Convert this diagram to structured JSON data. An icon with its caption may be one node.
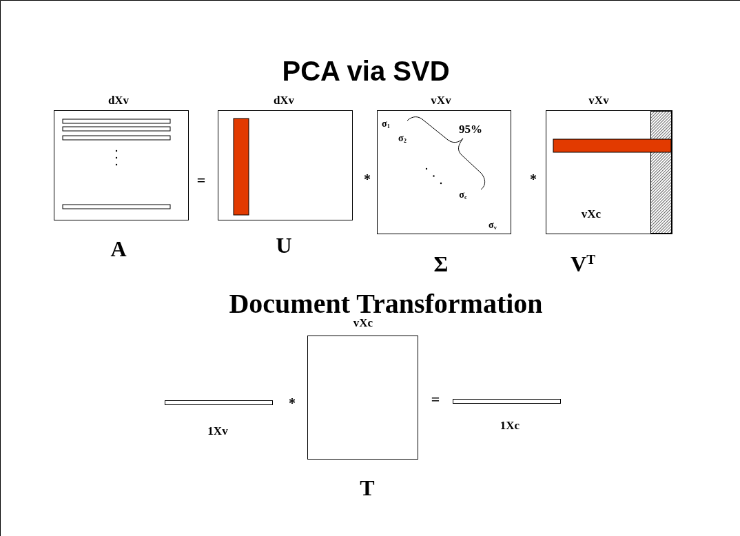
{
  "diagram": {
    "title": "PCA via SVD",
    "nodes": [
      {
        "text": [
          "dXv",
          "A"
        ]
      },
      {
        "text": [
          "dXv",
          "U"
        ]
      },
      {
        "text": [
          "vXv",
          "σ$_{1}$",
          "σ$_{2}$",
          "95%",
          "σ$_{c}$",
          "σ$_{v}$",
          "Σ"
        ]
      },
      {
        "text": [
          "vXv",
          "vXc",
          "V$^{T}$"
        ]
      },
      {
        "text": [
          "1Xv"
        ]
      },
      {
        "text": [
          "vXc",
          "T"
        ]
      },
      {
        "text": [
          "1Xc"
        ]
      }
    ],
    "labels": [
      "=",
      "*",
      "*",
      "Document Transformation",
      "*",
      "="
    ]
  }
}
